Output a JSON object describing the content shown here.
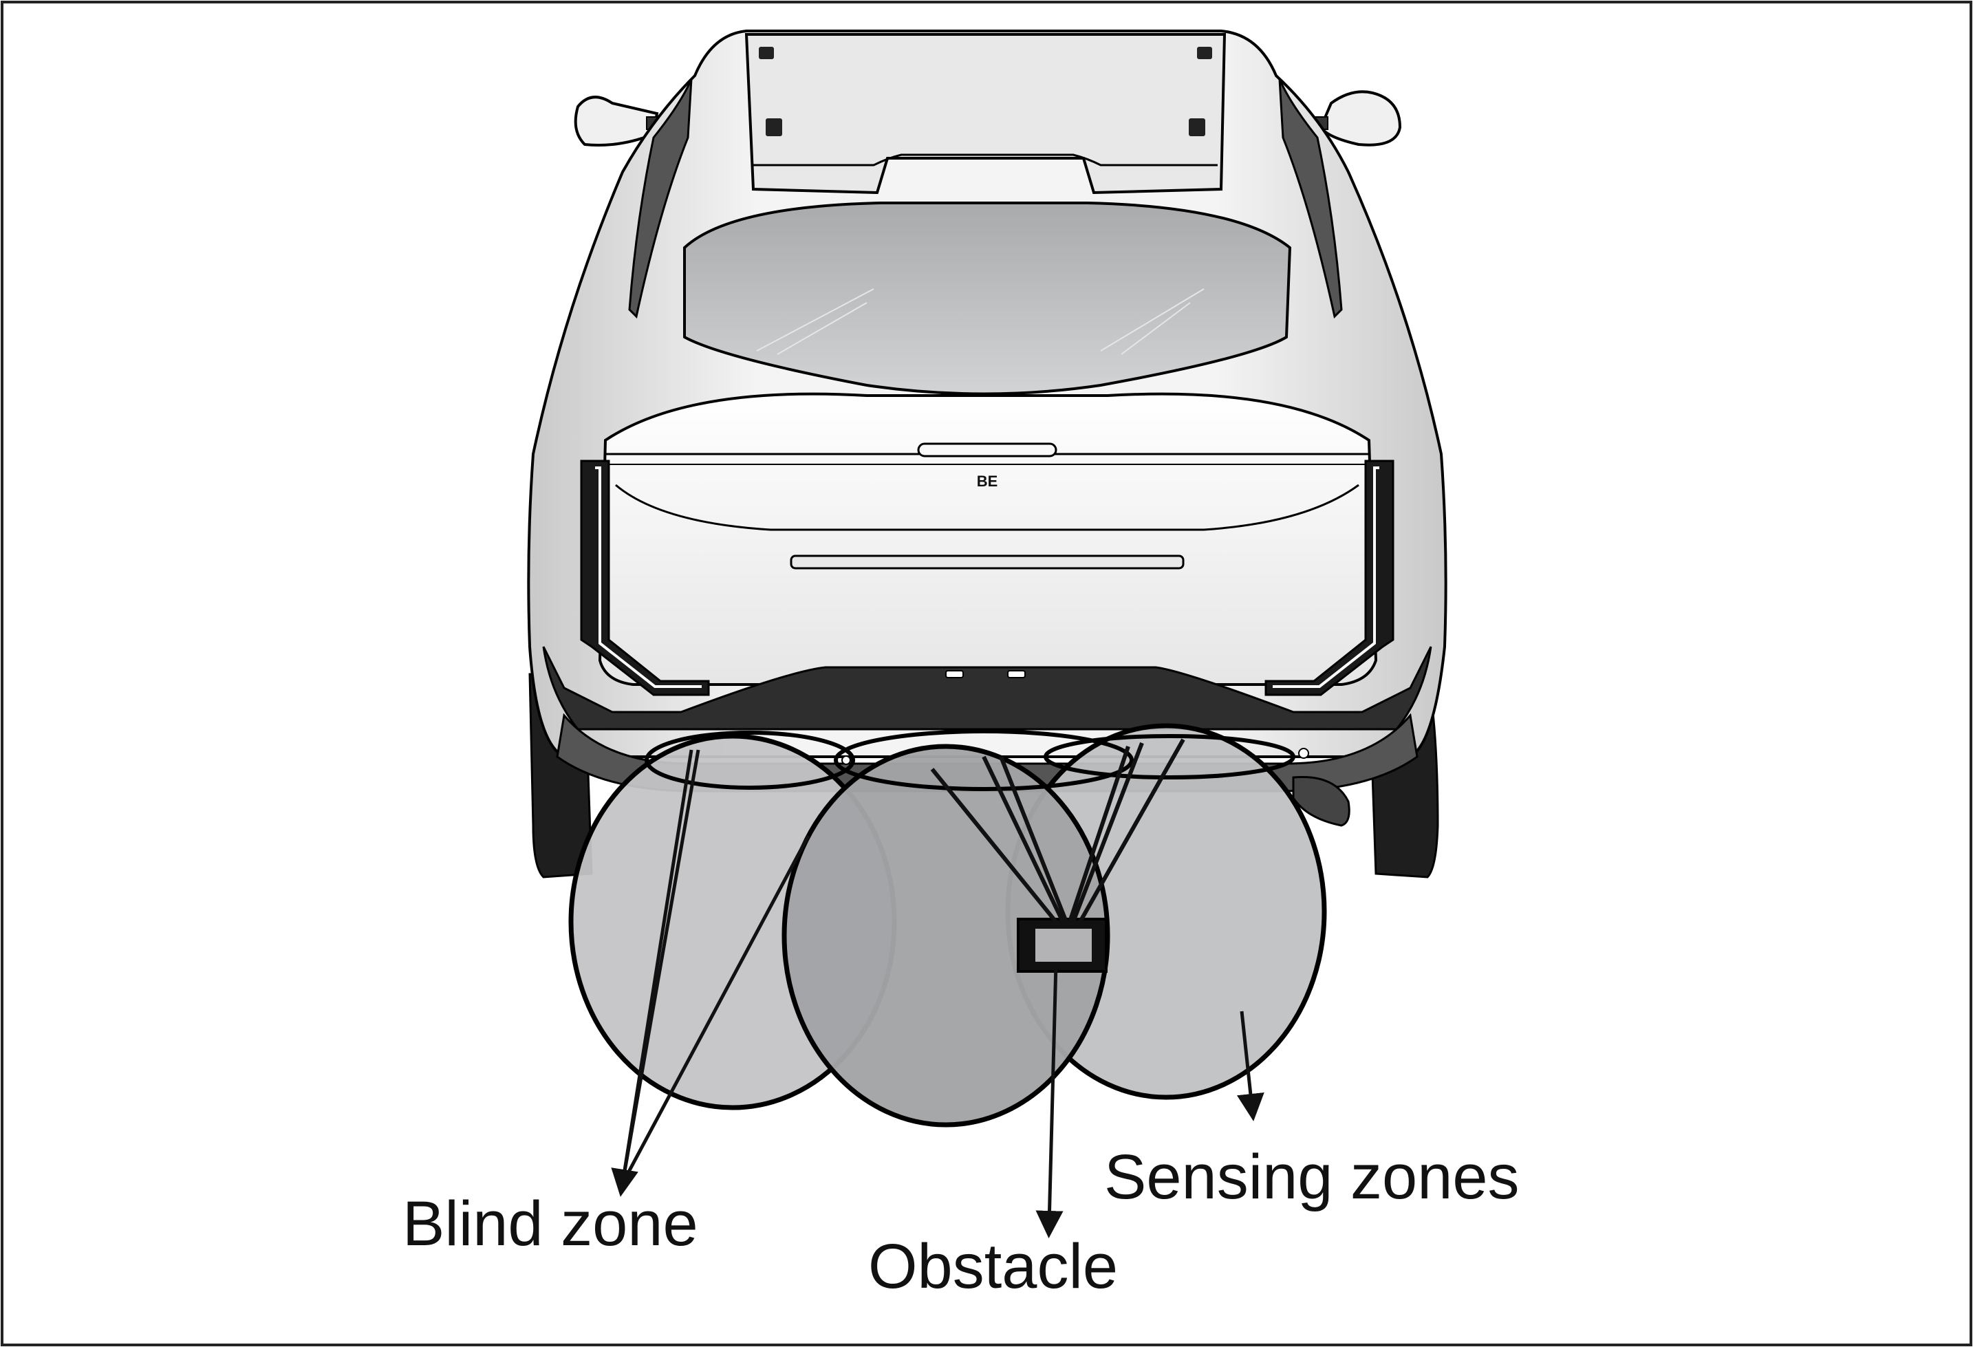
{
  "labels": {
    "blind_zone": "Blind zone",
    "obstacle": "Obstacle",
    "sensing_zones": "Sensing zones"
  },
  "badge_text": "BE",
  "colors": {
    "border": "#222222",
    "line": "#111111",
    "zone_left": "#c4c4c6",
    "zone_center": "#a3a4a6",
    "zone_right": "#c0c1c3",
    "body_light": "#f2f2f2",
    "body_shade": "#d4d4d4",
    "glass": "#b8b9bb",
    "dark_trim": "#2a2a2a",
    "tire": "#1e1e1e"
  },
  "icons": {
    "vehicle": "car-rear-view",
    "obstacle": "square-obstacle"
  }
}
